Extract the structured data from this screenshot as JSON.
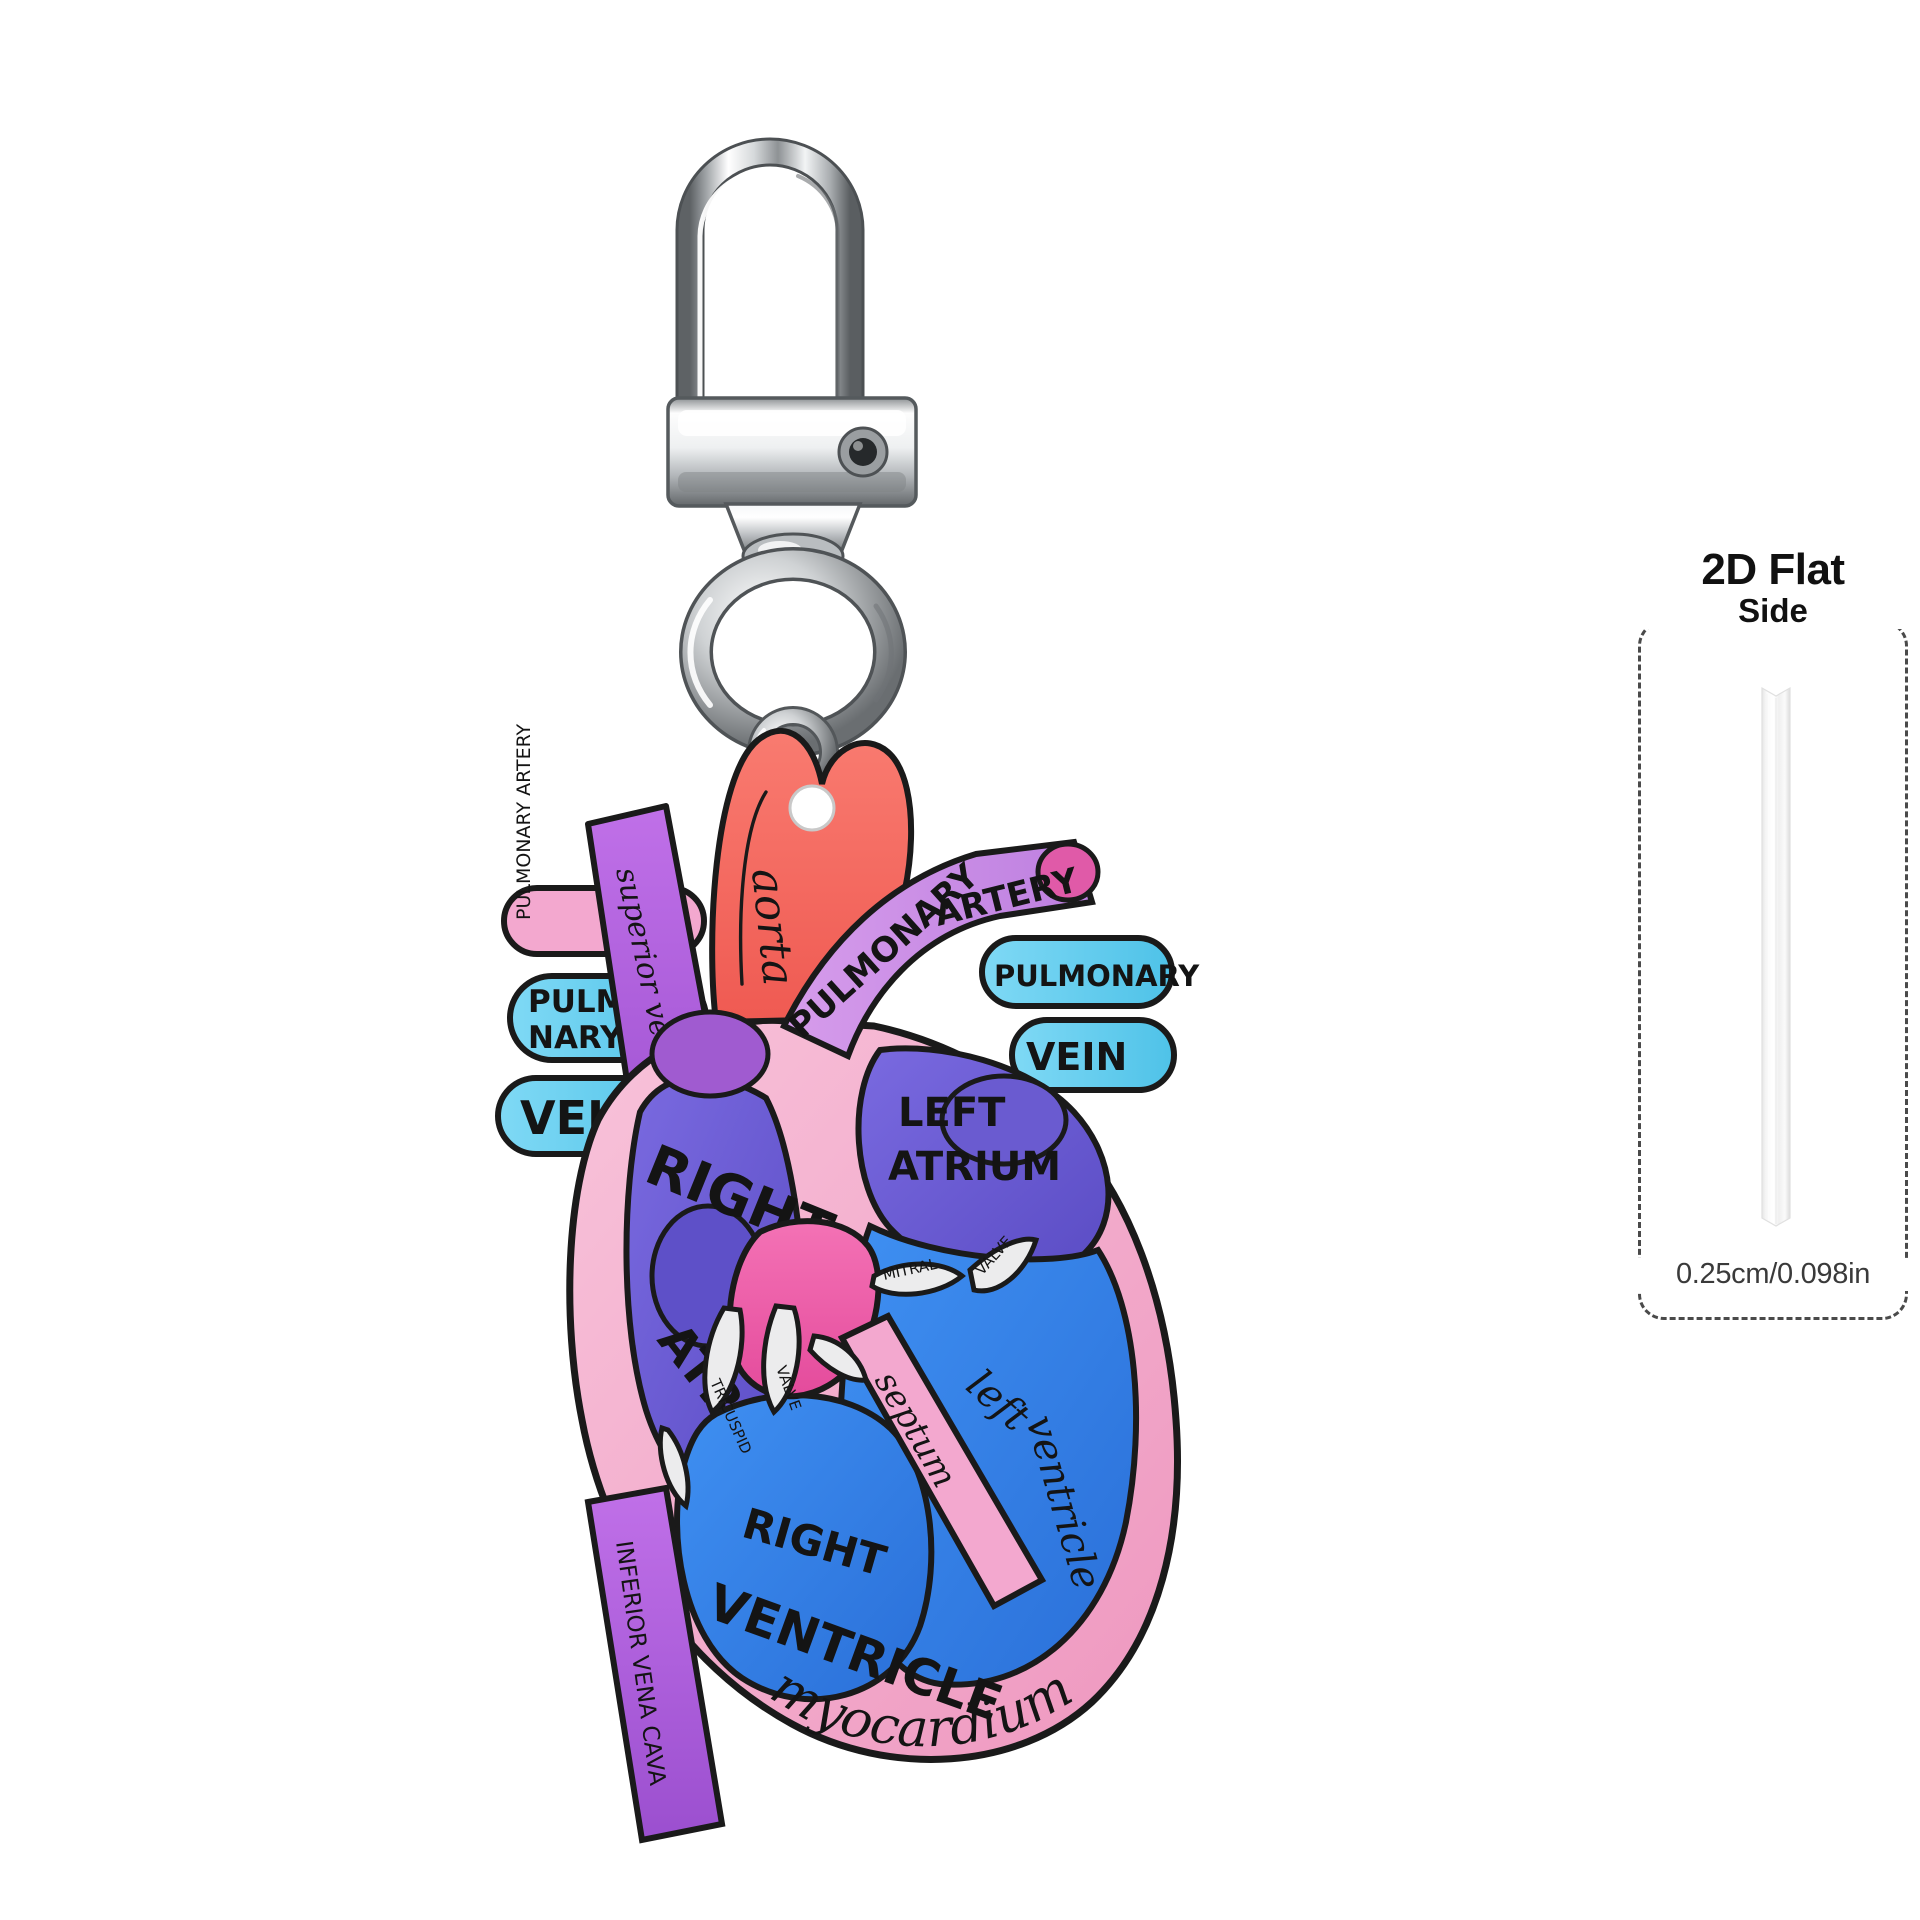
{
  "product": {
    "type": "acrylic-keychain",
    "subject": "anatomical heart charm",
    "charm_outline_color": "#f0a8c8",
    "hardware": {
      "name": "swivel lobster carabiner clasp",
      "finish": "polished silver",
      "metal_light": "#fdfdfd",
      "metal_mid": "#c9cbcd",
      "metal_dark": "#76797c",
      "metal_shadow": "#3e4144"
    }
  },
  "side_panel": {
    "title": "2D Flat",
    "subtitle": "Side",
    "thickness": "0.25cm/0.098in",
    "strip_color": "#f2f2f2",
    "border_color": "#4a4a4a"
  },
  "heart": {
    "labels": [
      {
        "id": "superior-vena-cava",
        "text": "superior vena cava",
        "style": "script",
        "color_bg": "#b05fd8"
      },
      {
        "id": "pulmonary-artery-tab",
        "text": "PULMONARY ARTERY",
        "style": "print",
        "color_bg": "#f0a0c8"
      },
      {
        "id": "pulmonary-left",
        "text": "PULMO NARY",
        "style": "print",
        "color_bg": "#63cdf0"
      },
      {
        "id": "vein-left",
        "text": "VEIN",
        "style": "print",
        "color_bg": "#63cdf0"
      },
      {
        "id": "aorta",
        "text": "aorta",
        "style": "script",
        "color_bg": "#f4675f"
      },
      {
        "id": "pulmonary-artery-band",
        "text": "PULMONARY ARTERY",
        "style": "print",
        "color_bg": "#c88ae0"
      },
      {
        "id": "pulmonary-right",
        "text": "PULMONARY",
        "style": "print",
        "color_bg": "#63cdf0"
      },
      {
        "id": "vein-right",
        "text": "VEIN",
        "style": "print",
        "color_bg": "#63cdf0"
      },
      {
        "id": "right-atrium",
        "text": "RIGHT ATRIUM",
        "style": "print",
        "color_bg": "#6a5bd0"
      },
      {
        "id": "left-atrium",
        "text": "LEFT ATRIUM",
        "style": "print",
        "color_bg": "#6a5bd0"
      },
      {
        "id": "right-ventricle",
        "text": "RIGHT VENTRICLE",
        "style": "print",
        "color_bg": "#2f80e8"
      },
      {
        "id": "left-ventricle",
        "text": "left ventricle",
        "style": "script",
        "color_bg": "#2f80e8"
      },
      {
        "id": "mitral-valve",
        "text": "MITRAL VALVE",
        "style": "print",
        "color_bg": "#e8e8e8"
      },
      {
        "id": "tricuspid-valve",
        "text": "TRICUSPID VALVE",
        "style": "print",
        "color_bg": "#e8e8e8"
      },
      {
        "id": "septum",
        "text": "septum",
        "style": "script",
        "color_bg": "#f0a8c8"
      },
      {
        "id": "myocardium",
        "text": "myocardium",
        "style": "script",
        "color_bg": "#f5b6cf"
      },
      {
        "id": "inferior-vena-cava",
        "text": "INFERIOR VENA CAVA",
        "style": "print",
        "color_bg": "#b05fd8"
      }
    ],
    "palette": {
      "pink_outer": "#f3abc9",
      "pink_deep": "#ea5ca6",
      "red_aorta": "#f4675f",
      "purple_vessel": "#b05fd8",
      "purple_atrium": "#6a5bd0",
      "blue_ventricle": "#2f80e8",
      "blue_vein": "#63cdf0",
      "lilac_band": "#c88ae0",
      "valve_white": "#ececed",
      "ink": "#1a1a1a"
    }
  }
}
